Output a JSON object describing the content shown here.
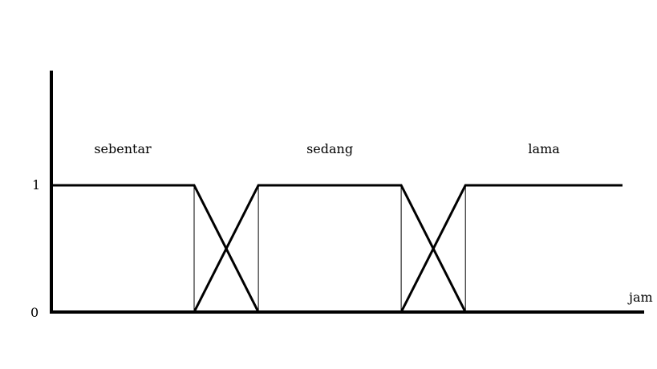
{
  "chart_data": {
    "type": "line",
    "xlabel": "jam",
    "ylabel": "",
    "y_ticks": [
      "0",
      "1"
    ],
    "series": [
      {
        "name": "sebentar",
        "points": [
          [
            0,
            1
          ],
          [
            1,
            1
          ],
          [
            1.45,
            0
          ]
        ]
      },
      {
        "name": "sedang",
        "points": [
          [
            1,
            0
          ],
          [
            1.45,
            1
          ],
          [
            2.45,
            1
          ],
          [
            2.9,
            0
          ]
        ]
      },
      {
        "name": "lama",
        "points": [
          [
            2.45,
            0
          ],
          [
            2.9,
            1
          ],
          [
            4.0,
            1
          ]
        ]
      }
    ],
    "guide_lines_x": [
      1,
      1.45,
      2.45,
      2.9
    ],
    "colors": {
      "line": "#000000",
      "background": "#ffffff"
    }
  }
}
